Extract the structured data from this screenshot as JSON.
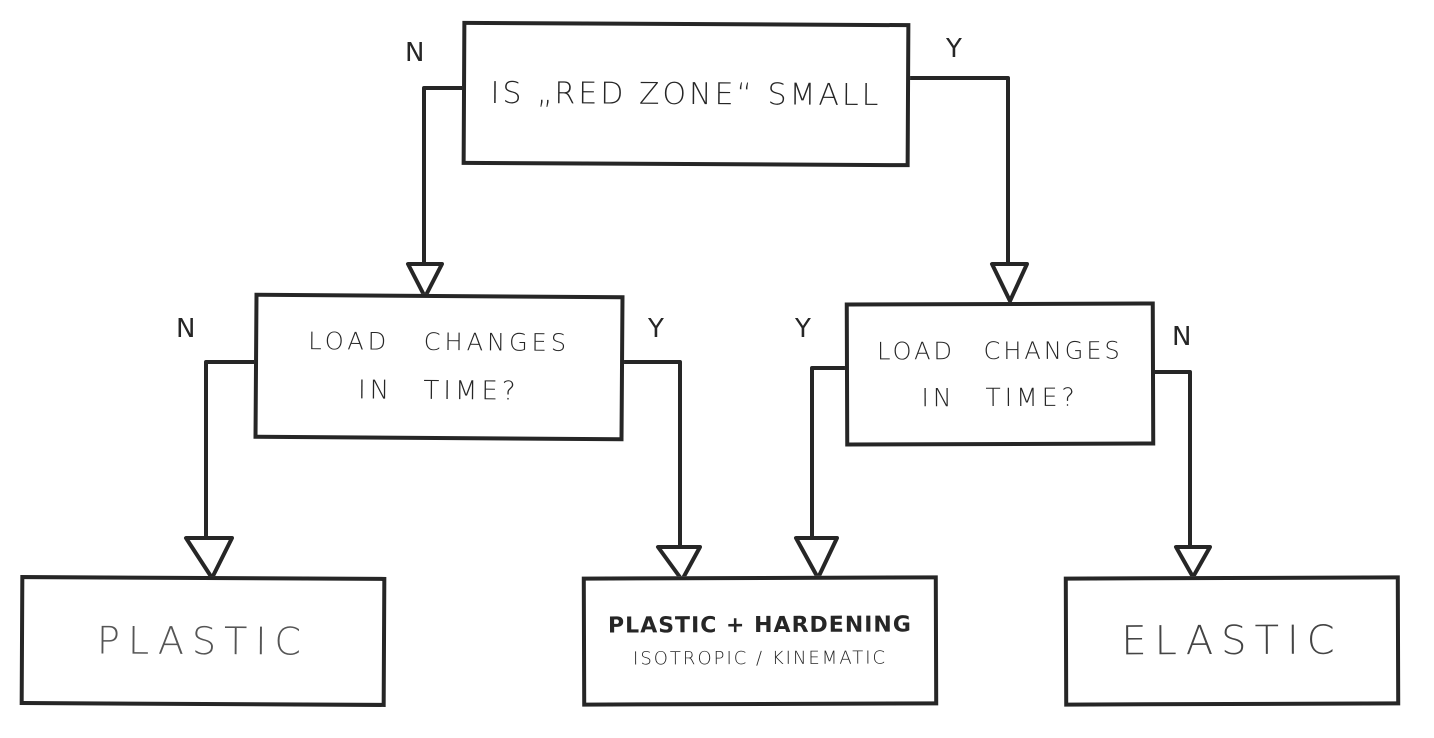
{
  "diagram": {
    "root": {
      "text": "IS „RED ZONE“ SMALL",
      "no_label": "N",
      "yes_label": "Y"
    },
    "left_question": {
      "line1": "LOAD CHANGES",
      "line2": "IN TIME?",
      "no_label": "N",
      "yes_label": "Y"
    },
    "right_question": {
      "line1": "LOAD CHANGES",
      "line2": "IN TIME?",
      "yes_label": "Y",
      "no_label": "N"
    },
    "outcomes": {
      "plastic": "PLASTIC",
      "hardening_line1": "PLASTIC + HARDENING",
      "hardening_line2": "ISOTROPIC / KINEMATIC",
      "elastic": "ELASTIC"
    }
  }
}
